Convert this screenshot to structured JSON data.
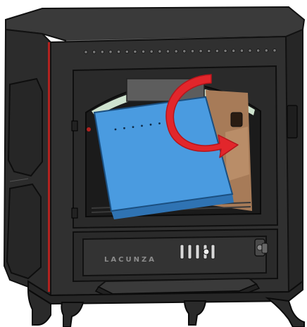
{
  "brand": {
    "name": "LACUNZA"
  },
  "colors": {
    "background": "#ffffff",
    "stove_body": "#2b2b2b",
    "stove_outline": "#111111",
    "stove_highlight": "#5a5a5a",
    "edge_trim": "#b2221f",
    "firebox_wall": "#b98d68",
    "firebox_back": "#a77b58",
    "glass_hint": "#cfe3cf",
    "baffle_plate": "#4a9be0",
    "baffle_dark": "#2f73b3",
    "arrow": "#e2262b",
    "arrow_dark": "#b5151c"
  },
  "icons": {
    "rotation_arrow": "curved-rotation-arrow-icon",
    "door_handle": "door-handle-icon",
    "air_control": "air-control-slider-icon"
  },
  "baffle": {
    "hole_count": 7
  },
  "top_rivets": {
    "count": 24
  },
  "ash_door_vents": {
    "count": 5
  }
}
